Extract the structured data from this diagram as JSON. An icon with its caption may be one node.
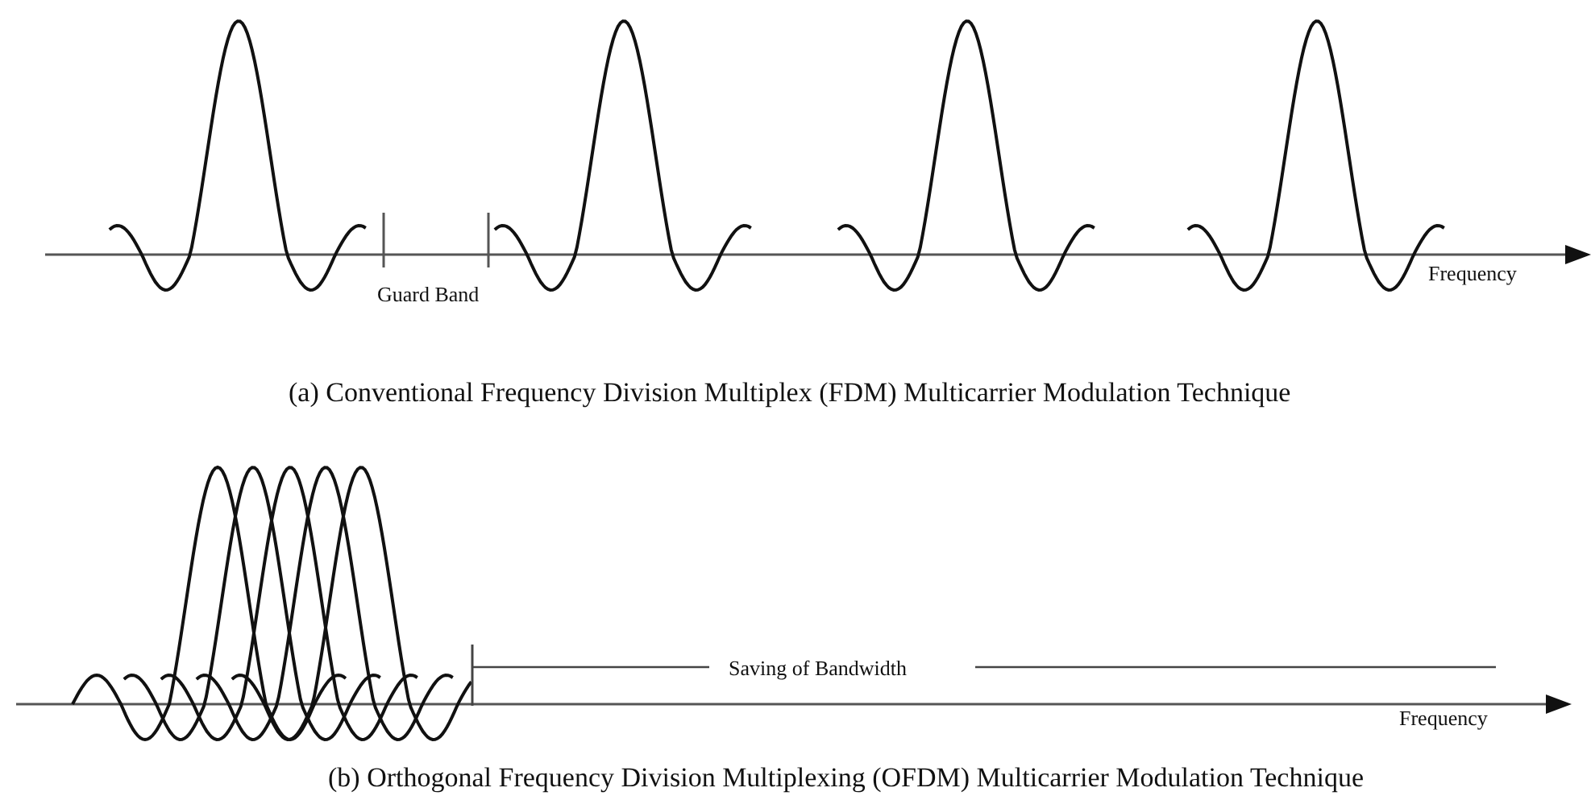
{
  "diagram": {
    "labels": [
      "Guard Band",
      "Frequency",
      "(a) Conventional Frequency Division Multiplex (FDM) Multicarrier Modulation Technique",
      "Saving of Bandwidth",
      "Frequency",
      "(b) Orthogonal Frequency Division Multiplexing (OFDM) Multicarrier Modulation Technique"
    ]
  }
}
